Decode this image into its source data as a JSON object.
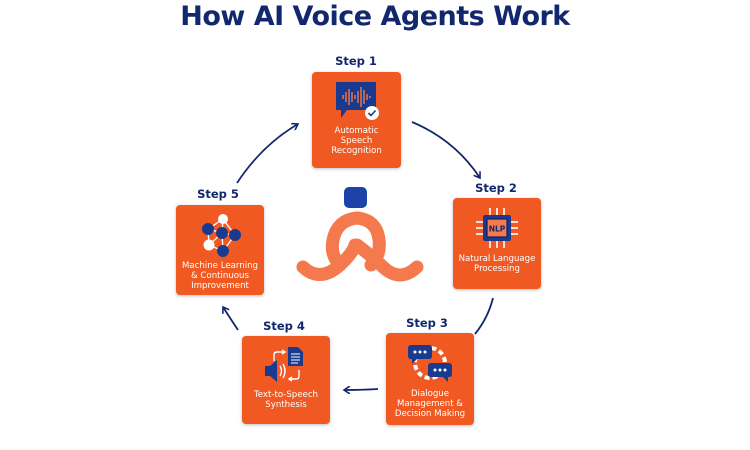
{
  "title": "How AI Voice Agents Work",
  "colors": {
    "navy": "#12286e",
    "orange": "#f05a22",
    "logo_orange": "#f47a4d",
    "logo_blue": "#1d43a8"
  },
  "center_logo": {
    "icon": "person-loop-logo-icon"
  },
  "steps": [
    {
      "label": "Step 1",
      "caption": "Automatic\nSpeech\nRecognition",
      "icon": "speech-waveform-check-icon"
    },
    {
      "label": "Step 2",
      "caption": "Natural Language\nProcessing",
      "icon": "nlp-chip-icon"
    },
    {
      "label": "Step 3",
      "caption": "Dialogue\nManagement &\nDecision Making",
      "icon": "chat-bubbles-gear-icon"
    },
    {
      "label": "Step 4",
      "caption": "Text-to-Speech\nSynthesis",
      "icon": "document-speaker-icon"
    },
    {
      "label": "Step 5",
      "caption": "Machine Learning\n& Continuous\nImprovement",
      "icon": "neural-network-icon"
    }
  ],
  "flow": [
    "Step 1",
    "Step 2",
    "Step 3",
    "Step 4",
    "Step 5",
    "Step 1"
  ]
}
